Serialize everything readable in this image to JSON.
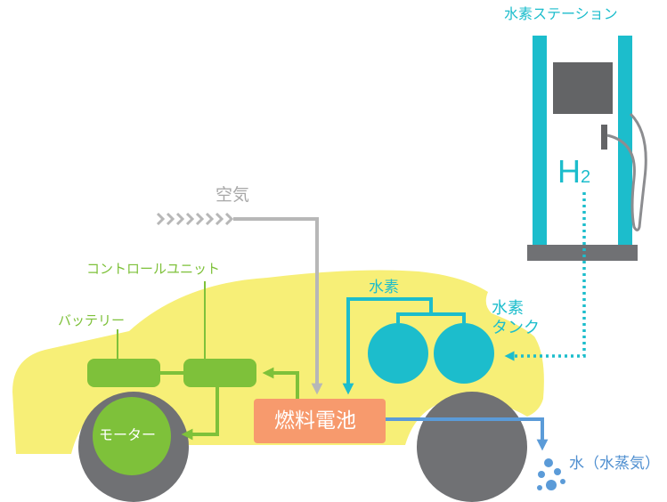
{
  "labels": {
    "station": "水素ステーション",
    "h2_main": "H",
    "h2_sub": "2",
    "air": "空気",
    "control_unit": "コントロールユニット",
    "battery": "バッテリー",
    "motor": "モーター",
    "fuel_cell": "燃料電池",
    "hydrogen": "水素",
    "tank_line1": "水素",
    "tank_line2": "タンク",
    "water": "水（水蒸気）"
  },
  "colors": {
    "cyan": "#1cbdcc",
    "green": "#7ec13a",
    "gray": "#b7b7b7",
    "fuel_cell": "#f79a6d",
    "water_blue": "#5b9bd8",
    "car_body": "#f7ef77",
    "wheel": "#707174",
    "dark_gray": "#636466"
  }
}
